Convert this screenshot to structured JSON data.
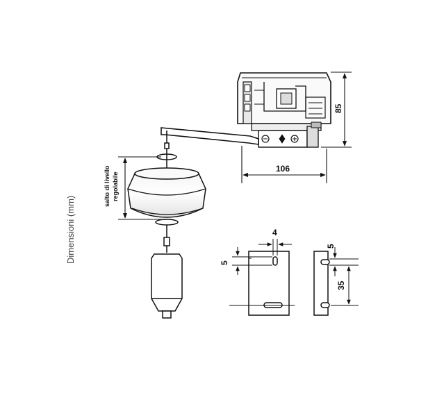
{
  "labels": {
    "side_label": "Dimensioni (mm)",
    "level_label_line1": "salto di livello",
    "level_label_line2": "regolabile",
    "dim_height": "85",
    "dim_width": "106",
    "dim_slot_width": "4",
    "dim_slot_height_left": "5",
    "dim_slot_height_right": "5",
    "dim_slot_spacing": "35"
  }
}
